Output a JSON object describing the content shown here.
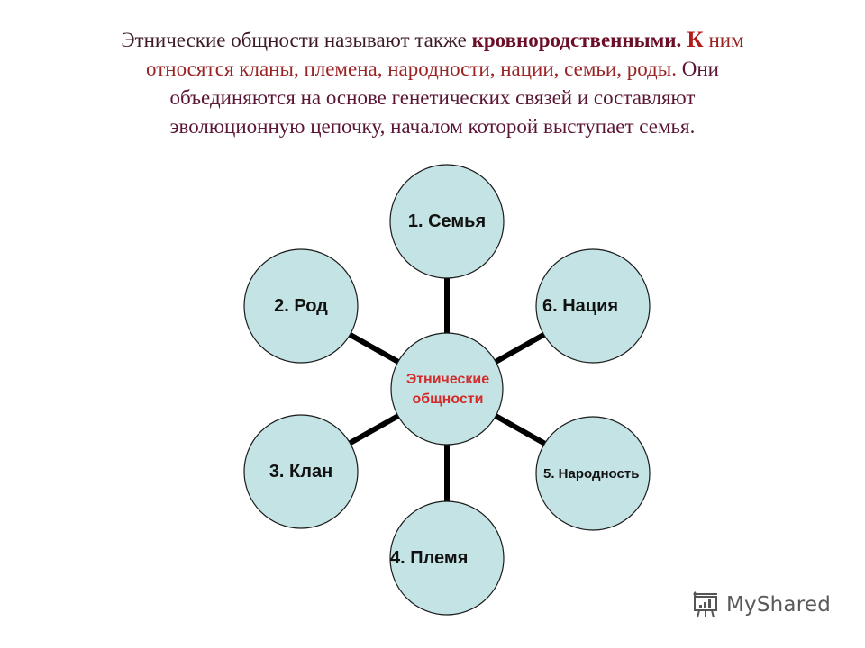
{
  "intro": {
    "line1_a": "Этнические общности называют также ",
    "line1_bold": "кровнородственными.",
    "line1_k": " К",
    "line1_b": " ним",
    "line2_a": "относятся кланы, племена, народности, нации, семьи, роды.",
    "line2_b": " Они",
    "line3": "объединяются на основе генетических связей и составляют",
    "line4": "эволюционную цепочку, началом которой выступает семья."
  },
  "diagram": {
    "center": {
      "line1": "Этнические",
      "line2": "общности",
      "color": "#d42a2a"
    },
    "nodes": [
      {
        "label": "1. Семья",
        "position": "top"
      },
      {
        "label": "2. Род",
        "position": "upper-left"
      },
      {
        "label": "3. Клан",
        "position": "lower-left"
      },
      {
        "label": "4. Племя",
        "position": "bottom"
      },
      {
        "label": "5. Народность",
        "position": "lower-right"
      },
      {
        "label": "6. Нация",
        "position": "upper-right"
      }
    ],
    "node_fill": "#c3e3e4",
    "connector_color": "#000000"
  },
  "watermark": {
    "text": "MyShared",
    "icon": "presentation-board-icon"
  }
}
